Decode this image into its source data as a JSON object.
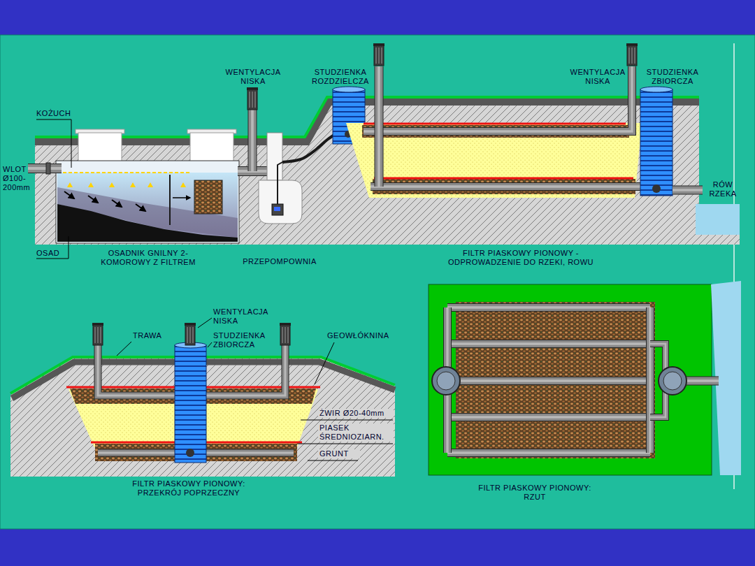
{
  "diagram": {
    "labels": [
      "KOŻUCH",
      "WLOT Ø100-200mm",
      "WENTYLACJA NISKA",
      "STUDZIENKA ROZDZIELCZA",
      "WENTYLACJA NISKA",
      "STUDZIENKA ZBIORCZA",
      "OSAD",
      "OSADNIK GNILNY 2-KOMOROWY Z FILTREM",
      "PRZEPOMPOWNIA",
      "FILTR PIASKOWY PIONOWY - ODPROWADZENIE DO RZEKI, ROWU",
      "RÓW RZEKA",
      "WENTYLACJA NISKA",
      "STUDZIENKA ZBIORCZA",
      "TRAWA",
      "GEOWŁÓKNINA",
      "ŻWIR Ø20-40mm",
      "PIASEK ŚREDNIOZIARN.",
      "GRUNT",
      "FILTR PIASKOWY PIONOWY: PRZEKRÓJ POPRZECZNY",
      "FILTR PIASKOWY PIONOWY: RZUT"
    ]
  }
}
